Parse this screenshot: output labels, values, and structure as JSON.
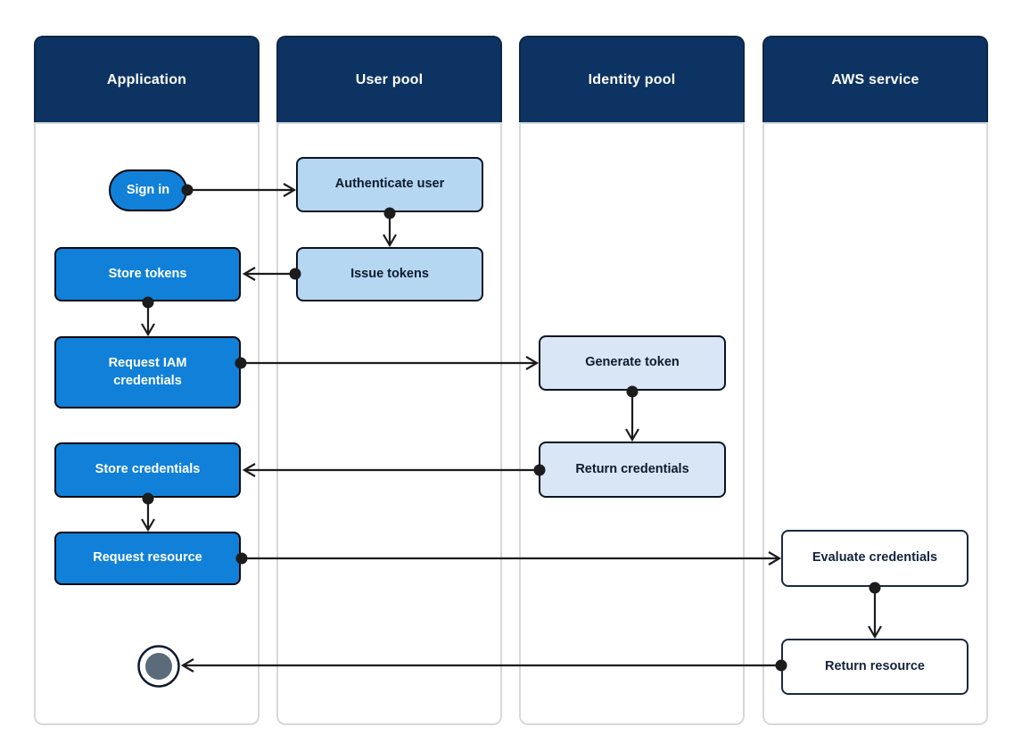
{
  "diagram": {
    "lanes": [
      {
        "id": "application",
        "label": "Application"
      },
      {
        "id": "user-pool",
        "label": "User pool"
      },
      {
        "id": "identity-pool",
        "label": "Identity pool"
      },
      {
        "id": "aws-service",
        "label": "AWS service"
      }
    ],
    "nodes": {
      "sign_in": {
        "label": "Sign in",
        "lane": "application"
      },
      "authenticate_user": {
        "label": "Authenticate user",
        "lane": "user-pool"
      },
      "issue_tokens": {
        "label": "Issue tokens",
        "lane": "user-pool"
      },
      "store_tokens": {
        "label": "Store tokens",
        "lane": "application"
      },
      "request_iam_credentials": {
        "label": "Request IAM credentials",
        "lane": "application"
      },
      "generate_token": {
        "label": "Generate token",
        "lane": "identity-pool"
      },
      "return_credentials": {
        "label": "Return credentials",
        "lane": "identity-pool"
      },
      "store_credentials": {
        "label": "Store credentials",
        "lane": "application"
      },
      "request_resource": {
        "label": "Request resource",
        "lane": "application"
      },
      "evaluate_credentials": {
        "label": "Evaluate credentials",
        "lane": "aws-service"
      },
      "return_resource": {
        "label": "Return resource",
        "lane": "aws-service"
      },
      "end": {
        "label": "",
        "lane": "application",
        "type": "terminal"
      }
    },
    "edges": [
      {
        "from": "sign_in",
        "to": "authenticate_user"
      },
      {
        "from": "authenticate_user",
        "to": "issue_tokens"
      },
      {
        "from": "issue_tokens",
        "to": "store_tokens"
      },
      {
        "from": "store_tokens",
        "to": "request_iam_credentials"
      },
      {
        "from": "request_iam_credentials",
        "to": "generate_token"
      },
      {
        "from": "generate_token",
        "to": "return_credentials"
      },
      {
        "from": "return_credentials",
        "to": "store_credentials"
      },
      {
        "from": "store_credentials",
        "to": "request_resource"
      },
      {
        "from": "request_resource",
        "to": "evaluate_credentials"
      },
      {
        "from": "evaluate_credentials",
        "to": "return_resource"
      },
      {
        "from": "return_resource",
        "to": "end"
      }
    ],
    "colors": {
      "lane_header": "#0c3361",
      "lane_border": "#d6d9da",
      "application_node": "#1180d8",
      "user_pool_node": "#b6d7f2",
      "identity_pool_node": "#d8e6f5",
      "aws_service_node": "#ffffff",
      "node_dark_border": "#0b1422",
      "arrow": "#1c1c1c",
      "terminal_inner": "#5c6b7a"
    }
  }
}
